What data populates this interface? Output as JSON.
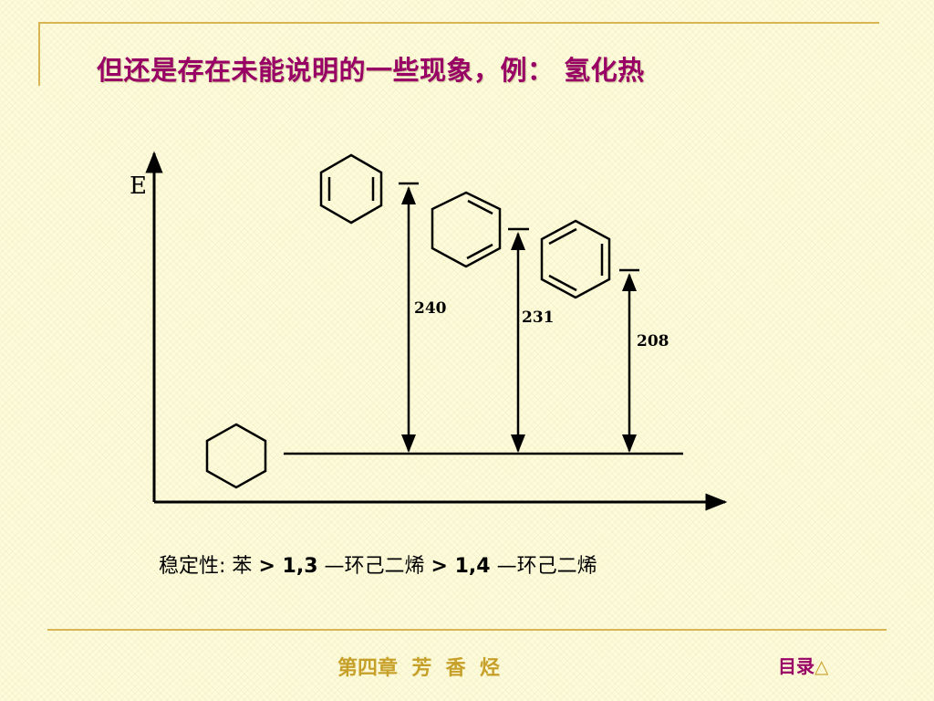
{
  "slide": {
    "title": "但还是存在未能说明的一些现象，例： 氢化热",
    "axis_label_e": "E",
    "energy_values": {
      "cyclohexene": "240",
      "cyclohexadiene_13": "231",
      "benzene": "208"
    },
    "stability": {
      "label": "稳定性:",
      "benzene": "苯",
      "gt1": " > ",
      "diene13_num": "1,3",
      "diene13_name": "—环己二烯",
      "gt2": " > ",
      "diene14_num": "1,4",
      "diene14_name": "—环己二烯"
    }
  },
  "footer": {
    "chapter": "第四章  芳  香  烃",
    "toc_label": "目录",
    "toc_icon": "triangle-up-icon",
    "toc_symbol": "△"
  },
  "colors": {
    "title": "#990066",
    "footer": "#c7a02a",
    "rule": "#d8b552",
    "background": "#fdfbd9"
  }
}
